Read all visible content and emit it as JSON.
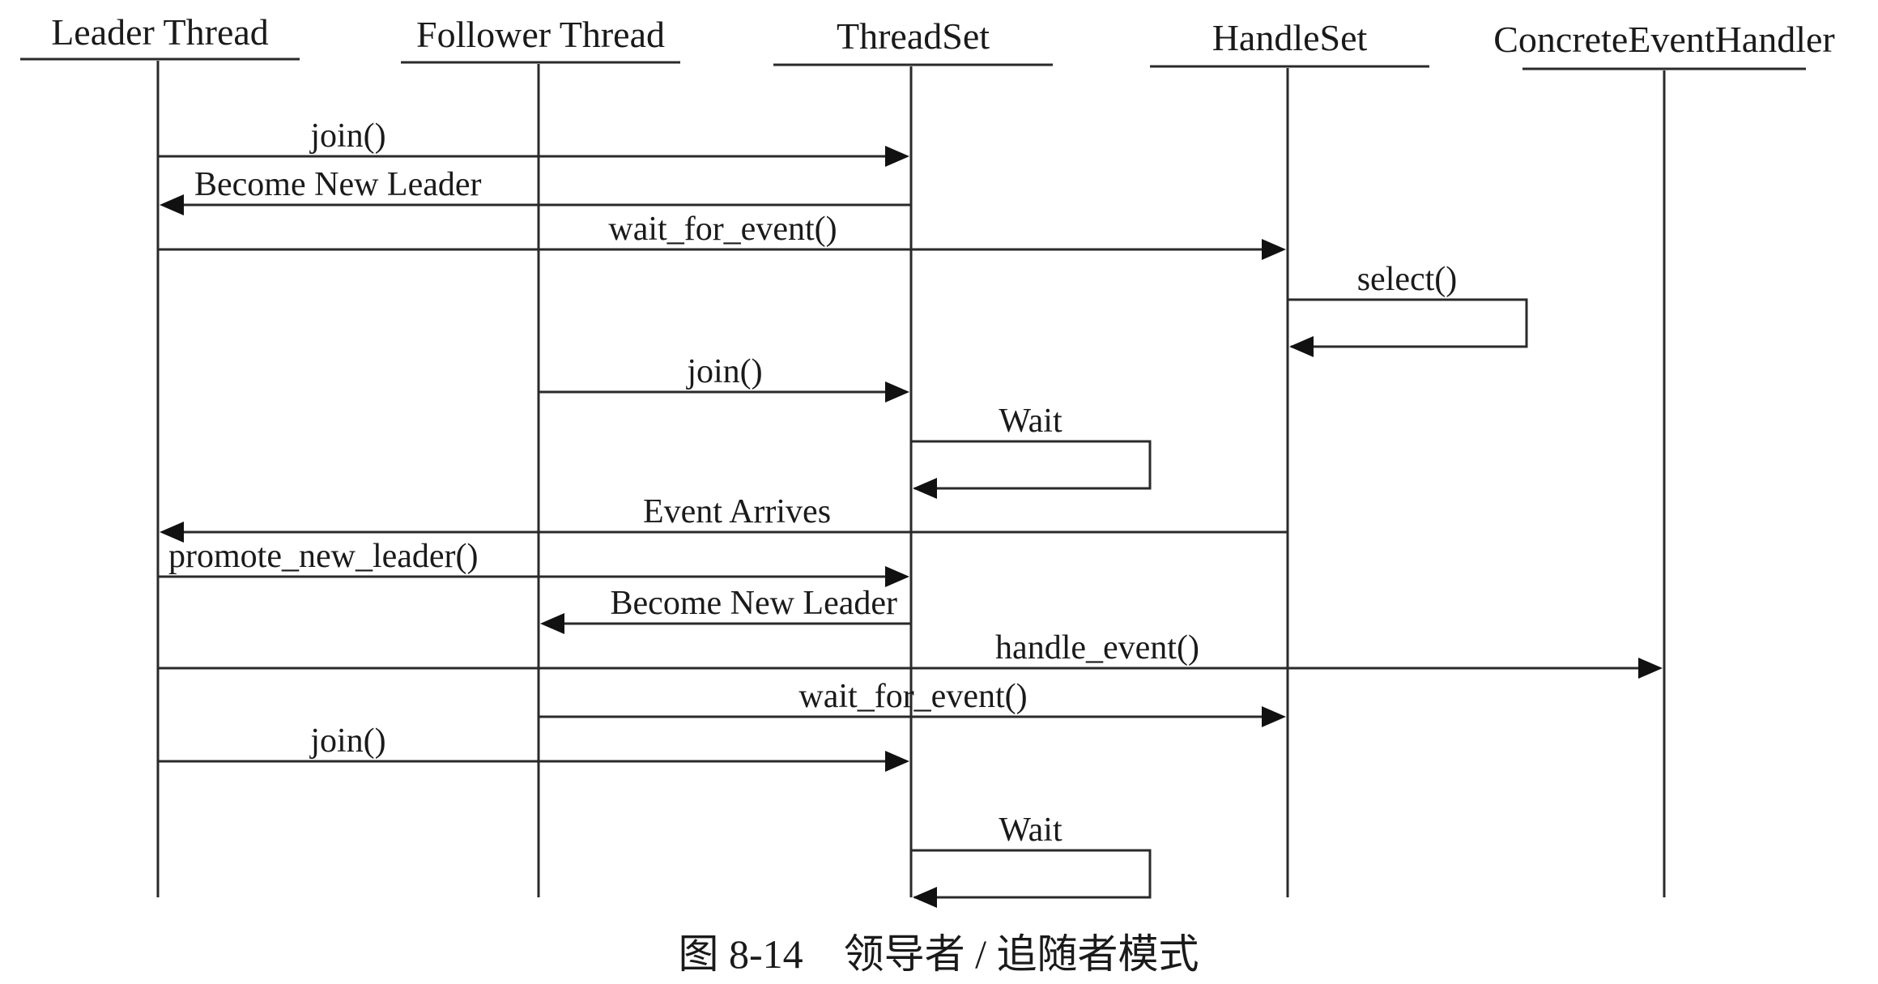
{
  "participants": [
    {
      "id": "leader",
      "label": "Leader Thread"
    },
    {
      "id": "follower",
      "label": "Follower Thread"
    },
    {
      "id": "threadset",
      "label": "ThreadSet"
    },
    {
      "id": "handleset",
      "label": "HandleSet"
    },
    {
      "id": "handler",
      "label": "ConcreteEventHandler"
    }
  ],
  "messages": [
    {
      "from": "leader",
      "to": "threadset",
      "label": "join()"
    },
    {
      "from": "threadset",
      "to": "leader",
      "label": "Become New Leader"
    },
    {
      "from": "leader",
      "to": "handleset",
      "label": "wait_for_event()"
    },
    {
      "from": "handleset",
      "to": "handleset",
      "label": "select()"
    },
    {
      "from": "follower",
      "to": "threadset",
      "label": "join()"
    },
    {
      "from": "threadset",
      "to": "threadset",
      "label": "Wait"
    },
    {
      "from": "handleset",
      "to": "leader",
      "label": "Event Arrives"
    },
    {
      "from": "leader",
      "to": "threadset",
      "label": "promote_new_leader()"
    },
    {
      "from": "threadset",
      "to": "follower",
      "label": "Become New Leader"
    },
    {
      "from": "leader",
      "to": "handler",
      "label": "handle_event()"
    },
    {
      "from": "follower",
      "to": "handleset",
      "label": "wait_for_event()"
    },
    {
      "from": "leader",
      "to": "threadset",
      "label": "join()"
    },
    {
      "from": "threadset",
      "to": "threadset",
      "label": "Wait"
    }
  ],
  "caption": "图 8-14　领导者 / 追随者模式",
  "colors": {
    "line": "#2a2a2a",
    "text": "#1a1a1a",
    "background": "#ffffff"
  }
}
